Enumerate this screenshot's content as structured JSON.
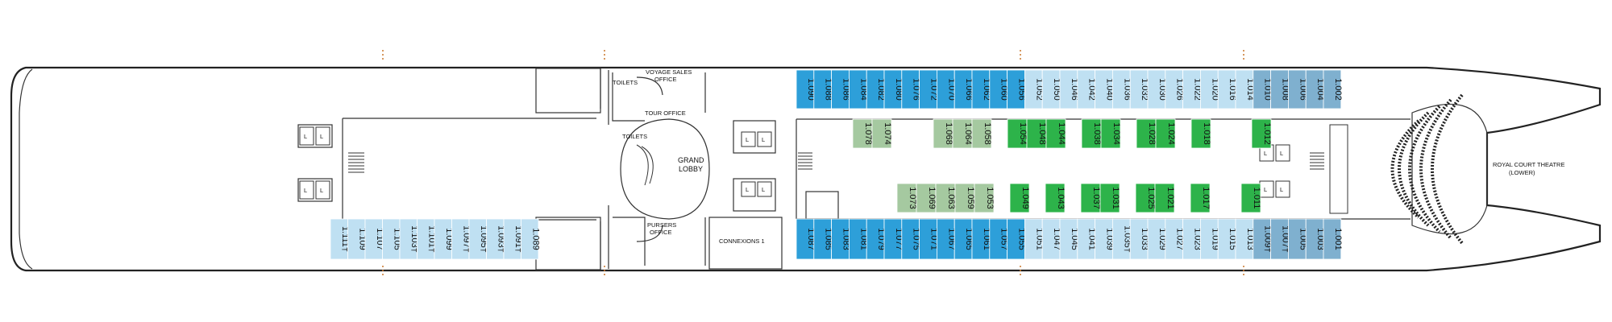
{
  "colors": {
    "cabin_blue": "#2d9fd9",
    "cabin_lightblue": "#bfe0f2",
    "cabin_steelblue": "#7fb0cf",
    "cabin_green": "#2db34a",
    "cabin_sage": "#a5c9a0",
    "hull_line": "#222222",
    "marker": "#c9762a"
  },
  "labels": {
    "toilets_top": "TOILETS",
    "voyage_sales_1": "VOYAGE SALES",
    "voyage_sales_2": "OFFICE",
    "tour_office": "TOUR OFFICE",
    "toilets_mid": "TOILETS",
    "grand_lobby_1": "GRAND",
    "grand_lobby_2": "LOBBY",
    "pursers_1": "PURSERS",
    "pursers_2": "OFFICE",
    "connexions": "CONNEXIONS 1",
    "theatre_1": "ROYAL COURT THEATRE",
    "theatre_2": "(LOWER)",
    "lift": "L"
  },
  "cabin_rows": {
    "top_outer": [
      {
        "num": "1.090",
        "color": "blue"
      },
      {
        "num": "1.088",
        "color": "blue"
      },
      {
        "num": "1.086",
        "color": "blue"
      },
      {
        "num": "1.084",
        "color": "blue"
      },
      {
        "num": "1.082",
        "color": "blue"
      },
      {
        "num": "1.080",
        "color": "blue"
      },
      {
        "num": "1.076",
        "color": "blue"
      },
      {
        "num": "1.072",
        "color": "blue"
      },
      {
        "num": "1.070",
        "color": "blue"
      },
      {
        "num": "1.066",
        "color": "blue"
      },
      {
        "num": "1.062",
        "color": "blue"
      },
      {
        "num": "1.060",
        "color": "blue"
      },
      {
        "num": "1.056",
        "color": "blue"
      },
      {
        "num": "1.052",
        "color": "lightblue"
      },
      {
        "num": "1.050",
        "color": "lightblue"
      },
      {
        "num": "1.046",
        "color": "lightblue"
      },
      {
        "num": "1.042",
        "color": "lightblue"
      },
      {
        "num": "1.040",
        "color": "lightblue"
      },
      {
        "num": "1.036",
        "color": "lightblue"
      },
      {
        "num": "1.032",
        "color": "lightblue"
      },
      {
        "num": "1.030",
        "color": "lightblue"
      },
      {
        "num": "1.026",
        "color": "lightblue"
      },
      {
        "num": "1.022",
        "color": "lightblue"
      },
      {
        "num": "1.020",
        "color": "lightblue"
      },
      {
        "num": "1.016",
        "color": "lightblue"
      },
      {
        "num": "1.014",
        "color": "lightblue"
      },
      {
        "num": "1.010",
        "color": "steel"
      },
      {
        "num": "1.008",
        "color": "steel"
      },
      {
        "num": "1.006",
        "color": "steel"
      },
      {
        "num": "1.004",
        "color": "steel"
      },
      {
        "num": "1.002",
        "color": "steel"
      }
    ],
    "bottom_outer": [
      {
        "num": "1.087",
        "color": "blue"
      },
      {
        "num": "1.085",
        "color": "blue"
      },
      {
        "num": "1.083",
        "color": "blue"
      },
      {
        "num": "1.081",
        "color": "blue"
      },
      {
        "num": "1.079",
        "color": "blue"
      },
      {
        "num": "1.077",
        "color": "blue"
      },
      {
        "num": "1.075",
        "color": "blue"
      },
      {
        "num": "1.071",
        "color": "blue"
      },
      {
        "num": "1.067",
        "color": "blue"
      },
      {
        "num": "1.065",
        "color": "blue"
      },
      {
        "num": "1.061",
        "color": "blue"
      },
      {
        "num": "1.057",
        "color": "blue"
      },
      {
        "num": "1.055",
        "color": "blue"
      },
      {
        "num": "1.051",
        "color": "lightblue"
      },
      {
        "num": "1.047",
        "color": "lightblue"
      },
      {
        "num": "1.045",
        "color": "lightblue"
      },
      {
        "num": "1.041",
        "color": "lightblue"
      },
      {
        "num": "1.039",
        "color": "lightblue"
      },
      {
        "num": "1.035†",
        "color": "lightblue"
      },
      {
        "num": "1.033",
        "color": "lightblue"
      },
      {
        "num": "1.029",
        "color": "lightblue"
      },
      {
        "num": "1.027",
        "color": "lightblue"
      },
      {
        "num": "1.023",
        "color": "lightblue"
      },
      {
        "num": "1.019",
        "color": "lightblue"
      },
      {
        "num": "1.015",
        "color": "lightblue"
      },
      {
        "num": "1.013",
        "color": "lightblue"
      },
      {
        "num": "1.009†",
        "color": "steel"
      },
      {
        "num": "1.007†",
        "color": "steel"
      },
      {
        "num": "1.005",
        "color": "steel"
      },
      {
        "num": "1.003",
        "color": "steel"
      },
      {
        "num": "1.001",
        "color": "steel"
      }
    ],
    "aft_bottom": [
      {
        "num": "1.111†",
        "color": "lightblue"
      },
      {
        "num": "1.109",
        "color": "lightblue"
      },
      {
        "num": "1.107",
        "color": "lightblue"
      },
      {
        "num": "1.105",
        "color": "lightblue"
      },
      {
        "num": "1.103†",
        "color": "lightblue"
      },
      {
        "num": "1.101†",
        "color": "lightblue"
      },
      {
        "num": "1.099",
        "color": "lightblue"
      },
      {
        "num": "1.097†",
        "color": "lightblue"
      },
      {
        "num": "1.095†",
        "color": "lightblue"
      },
      {
        "num": "1.093†",
        "color": "lightblue"
      },
      {
        "num": "1.091†",
        "color": "lightblue"
      },
      {
        "num": "1.089",
        "color": "lightblue"
      }
    ],
    "inner_top": [
      {
        "num": "1.078",
        "color": "sage"
      },
      {
        "num": "1.074",
        "color": "sage"
      },
      {
        "num": "1.068",
        "color": "sage"
      },
      {
        "num": "1.064",
        "color": "sage"
      },
      {
        "num": "1.058",
        "color": "sage"
      },
      {
        "num": "1.054",
        "color": "green"
      },
      {
        "num": "1.048",
        "color": "green"
      },
      {
        "num": "1.044",
        "color": "green"
      },
      {
        "num": "1.038",
        "color": "green"
      },
      {
        "num": "1.034",
        "color": "green"
      },
      {
        "num": "1.028",
        "color": "green"
      },
      {
        "num": "1.024",
        "color": "green"
      },
      {
        "num": "1.018",
        "color": "green"
      },
      {
        "num": "1.012",
        "color": "green"
      }
    ],
    "inner_bottom": [
      {
        "num": "1.073",
        "color": "sage"
      },
      {
        "num": "1.069",
        "color": "sage"
      },
      {
        "num": "1.063",
        "color": "sage"
      },
      {
        "num": "1.059",
        "color": "sage"
      },
      {
        "num": "1.053",
        "color": "sage"
      },
      {
        "num": "1.049",
        "color": "green"
      },
      {
        "num": "1.043",
        "color": "green"
      },
      {
        "num": "1.037",
        "color": "green"
      },
      {
        "num": "1.031",
        "color": "green"
      },
      {
        "num": "1.025",
        "color": "green"
      },
      {
        "num": "1.021",
        "color": "green"
      },
      {
        "num": "1.017",
        "color": "green"
      },
      {
        "num": "1.011",
        "color": "green"
      }
    ]
  }
}
